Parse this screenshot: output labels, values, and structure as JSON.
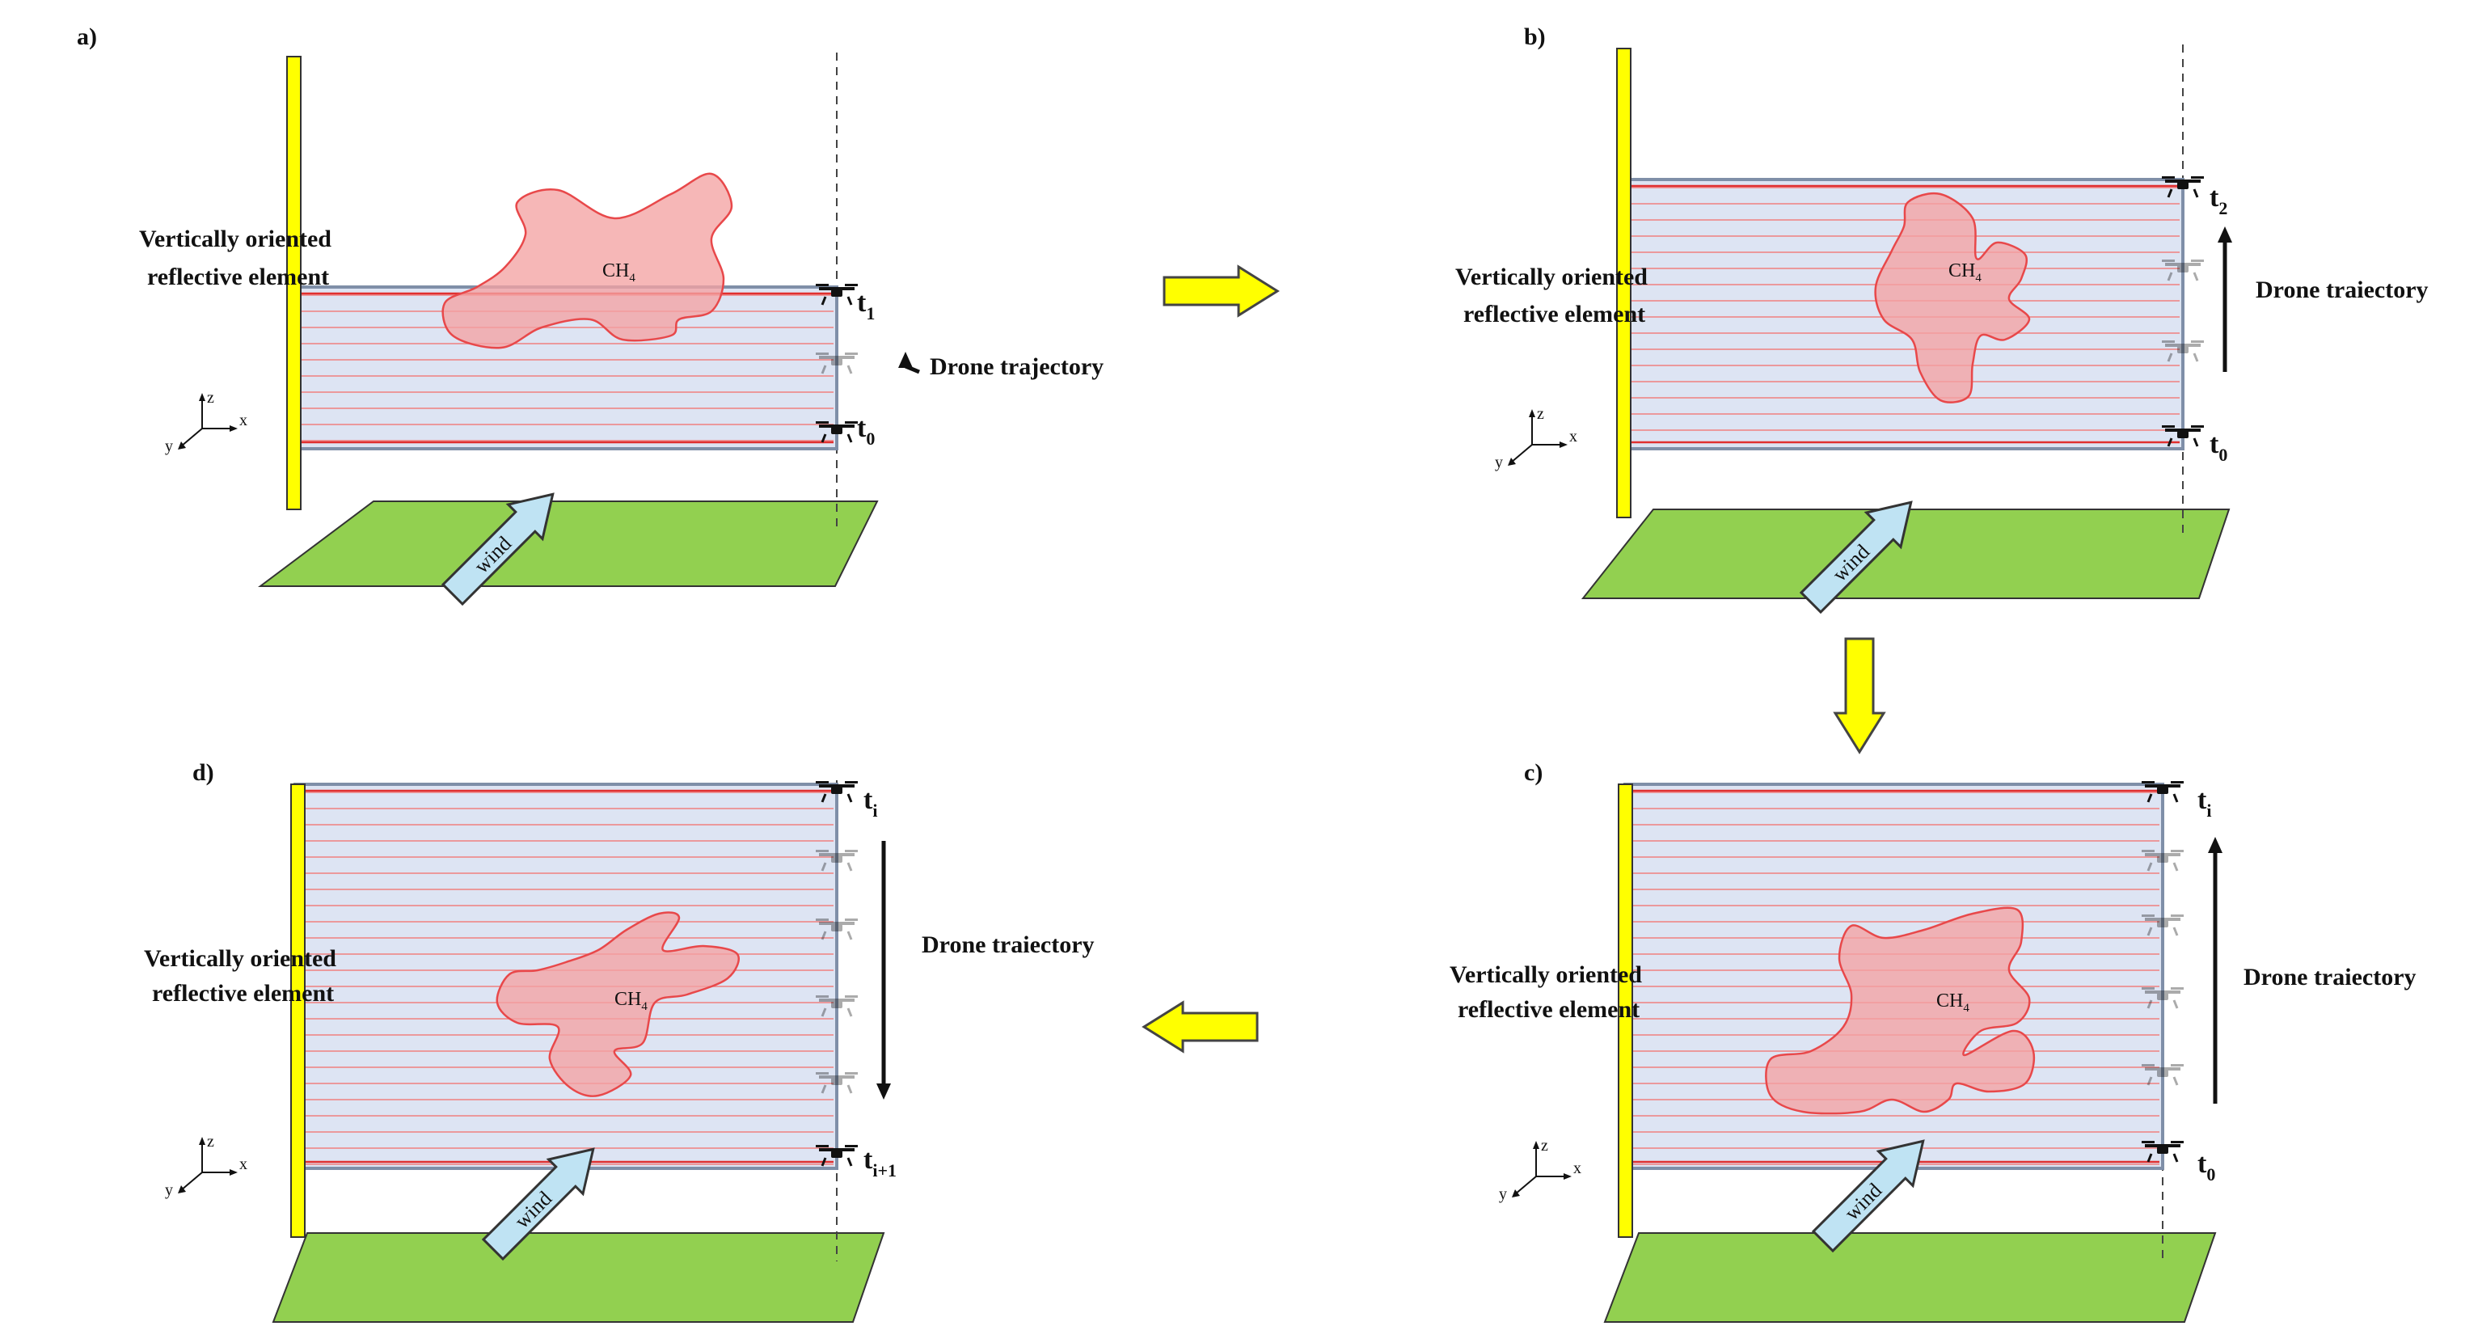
{
  "figure": {
    "colors": {
      "pole": "#ffff00",
      "ground": "#92d050",
      "curtain_fill": "#dde4f3",
      "curtain_line": "#f08080",
      "plume_fill": "#f4a3a3",
      "plume_edge": "#e8484a",
      "wind_fill": "#bfe3f3",
      "transition_arrow": "#ffff00",
      "frame": "#7f8fa8"
    },
    "icons": [
      "drone-icon",
      "axes-icon",
      "wind-arrow-icon",
      "transition-arrow-icon"
    ],
    "panels": [
      {
        "letter": "a)",
        "left_label": [
          "Vertically oriented",
          "reflective element"
        ],
        "gas": "CH",
        "gas_sub": "4",
        "trajectory_label": "Drone trajectory",
        "wind": "wind",
        "axis_labels": [
          "z",
          "x",
          "y"
        ],
        "times": [
          {
            "t": "t",
            "sub": "1"
          },
          {
            "t": "t",
            "sub": "0"
          }
        ]
      },
      {
        "letter": "b)",
        "left_label": [
          "Vertically oriented",
          "reflective element"
        ],
        "gas": "CH",
        "gas_sub": "4",
        "trajectory_label": "Drone traiectory",
        "wind": "wind",
        "axis_labels": [
          "z",
          "x",
          "y"
        ],
        "times": [
          {
            "t": "t",
            "sub": "2"
          },
          {
            "t": "t",
            "sub": "0"
          }
        ]
      },
      {
        "letter": "c)",
        "left_label": [
          "Vertically oriented",
          "reflective element"
        ],
        "gas": "CH",
        "gas_sub": "4",
        "trajectory_label": "Drone traiectory",
        "wind": "wind",
        "axis_labels": [
          "z",
          "x",
          "y"
        ],
        "times": [
          {
            "t": "t",
            "sub": "i"
          },
          {
            "t": "t",
            "sub": "0"
          }
        ]
      },
      {
        "letter": "d)",
        "left_label": [
          "Vertically oriented",
          "reflective element"
        ],
        "gas": "CH",
        "gas_sub": "4",
        "trajectory_label": "Drone traiectory",
        "wind": "wind",
        "axis_labels": [
          "z",
          "x",
          "y"
        ],
        "times": [
          {
            "t": "t",
            "sub": "i"
          },
          {
            "t": "t",
            "sub": "i+1"
          }
        ]
      }
    ]
  }
}
